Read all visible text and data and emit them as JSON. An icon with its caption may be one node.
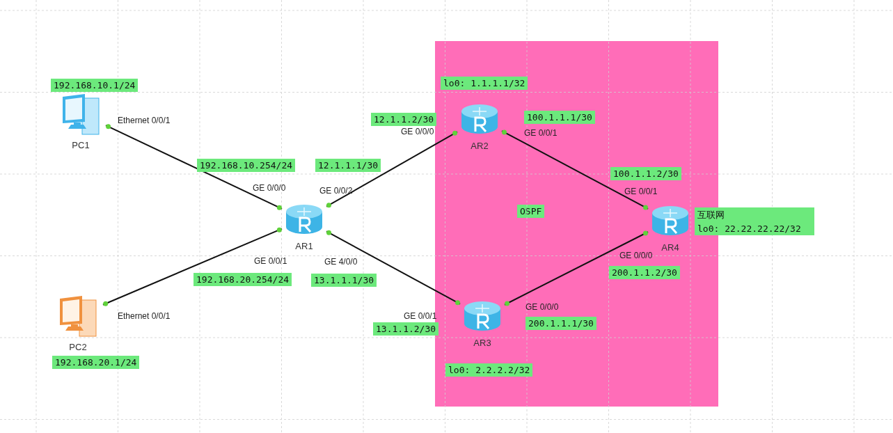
{
  "diagram": {
    "nodes": [
      {
        "text": [
          "OSPF"
        ]
      },
      {
        "text": [
          "PC1"
        ],
        "beside": [
          "192.168.10.1/24"
        ]
      },
      {
        "text": [
          "PC2"
        ],
        "beside": [
          "192.168.20.1/24"
        ]
      },
      {
        "text": [
          "AR1"
        ]
      },
      {
        "text": [
          "AR2"
        ],
        "beside": [
          "lo0: 1.1.1.1/32"
        ],
        "in": 0
      },
      {
        "text": [
          "AR3"
        ],
        "beside": [
          "lo0: 2.2.2.2/32"
        ],
        "in": 0
      },
      {
        "text": [
          "AR4"
        ],
        "beside": [
          "互联网",
          "lo0: 22.22.22.22/32"
        ],
        "in": 0
      }
    ],
    "edges": [
      {
        "from": 1,
        "to": 3,
        "arrow": "none"
      },
      {
        "from": 3,
        "to": 4,
        "arrow": "none"
      },
      {
        "from": 4,
        "to": 6,
        "arrow": "none"
      },
      {
        "from": 2,
        "to": 3,
        "arrow": "none"
      },
      {
        "from": 3,
        "to": 5,
        "arrow": "none"
      },
      {
        "from": 5,
        "to": 6,
        "arrow": "none"
      }
    ],
    "labels": [
      "100.1.1.1/30",
      "12.1.1.2/30",
      "Ethernet 0/0/1",
      "GE 0/0/1",
      "GE 0/0/0",
      "192.168.10.254/24",
      "12.1.1.1/30",
      "100.1.1.2/30",
      "GE 0/0/0",
      "GE 0/0/2",
      "GE 0/0/1",
      "GE 0/0/0",
      "GE 0/0/1",
      "GE 4/0/0",
      "200.1.1.2/30",
      "192.168.20.254/24",
      "13.1.1.1/30",
      "GE 0/0/0",
      "GE 0/0/1",
      "Ethernet 0/0/1",
      "200.1.1.1/30",
      "13.1.1.2/30"
    ]
  }
}
